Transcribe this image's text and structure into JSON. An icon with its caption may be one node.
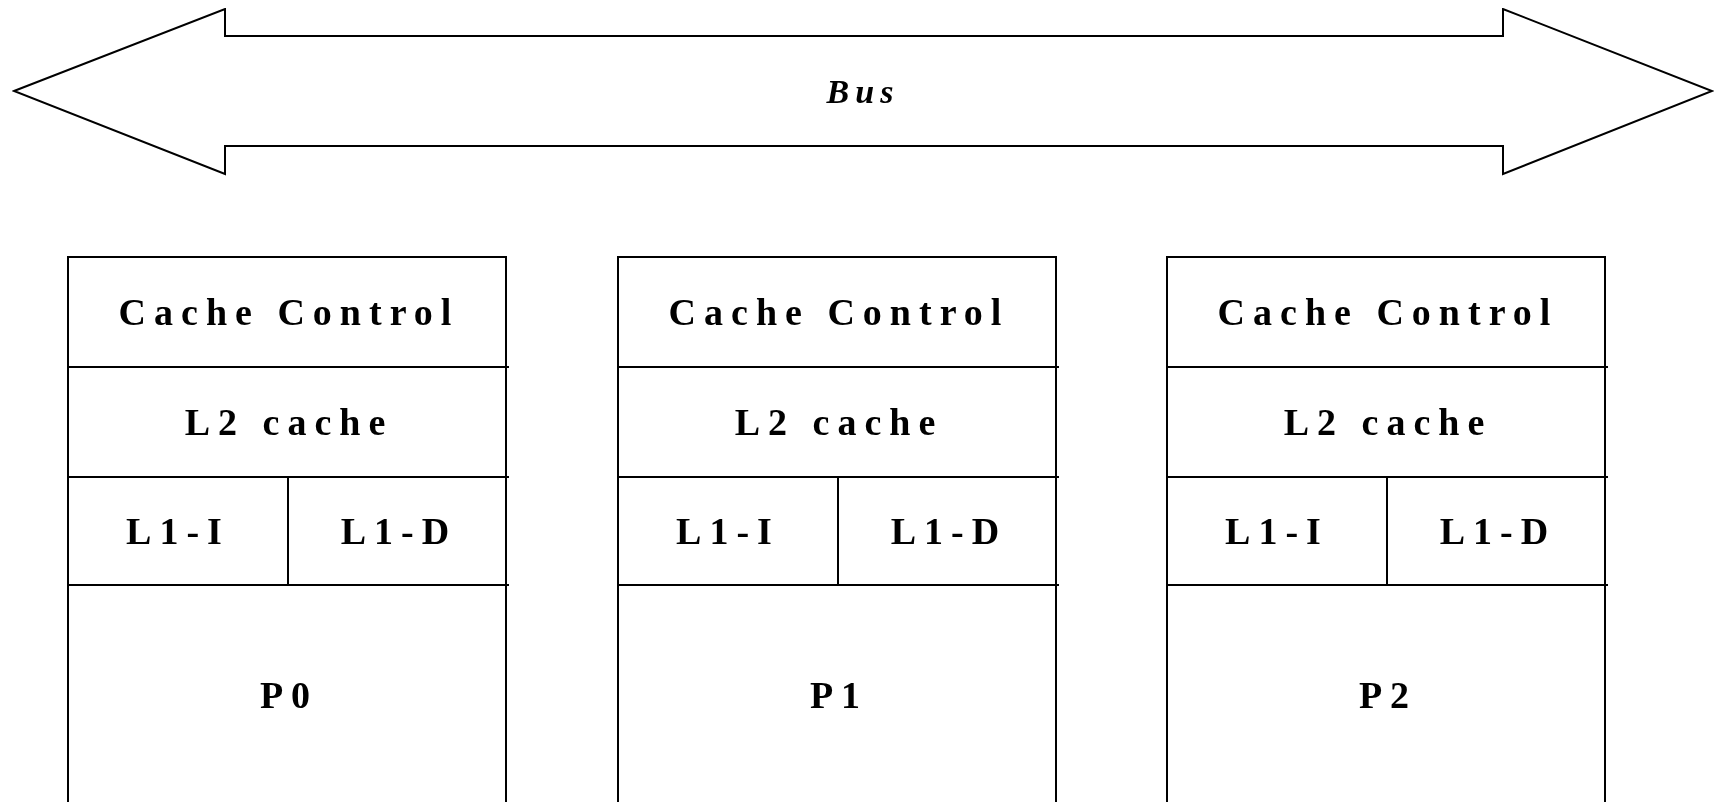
{
  "diagram": {
    "nodes": [
      {
        "text": [
          "Bus"
        ]
      },
      {
        "text": [],
        "shape": "box"
      },
      {
        "text": [
          "Cache Control"
        ],
        "in": 1
      },
      {
        "text": [
          "L2 cache"
        ],
        "in": 1
      },
      {
        "text": [
          "L1-I"
        ],
        "in": 1
      },
      {
        "text": [
          "L1-D"
        ],
        "in": 1
      },
      {
        "text": [
          "P0"
        ],
        "in": 1
      },
      {
        "text": [],
        "shape": "box"
      },
      {
        "text": [
          "Cache Control"
        ],
        "in": 7
      },
      {
        "text": [
          "L2 cache"
        ],
        "in": 7
      },
      {
        "text": [
          "L1-I"
        ],
        "in": 7
      },
      {
        "text": [
          "L1-D"
        ],
        "in": 7
      },
      {
        "text": [
          "P1"
        ],
        "in": 7
      },
      {
        "text": [],
        "shape": "box"
      },
      {
        "text": [
          "Cache Control"
        ],
        "in": 13
      },
      {
        "text": [
          "L2 cache"
        ],
        "in": 13
      },
      {
        "text": [
          "L1-I"
        ],
        "in": 13
      },
      {
        "text": [
          "L1-D"
        ],
        "in": 13
      },
      {
        "text": [
          "P2"
        ],
        "in": 13
      }
    ]
  }
}
